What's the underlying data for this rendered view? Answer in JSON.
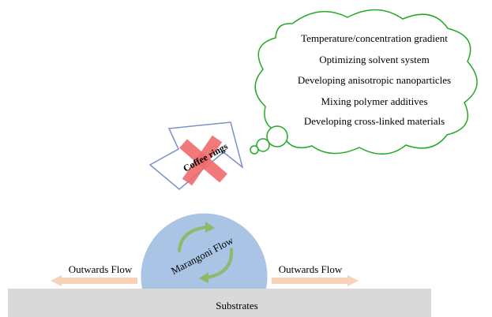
{
  "cloud": {
    "items": [
      "Temperature/concentration gradient",
      "Optimizing solvent system",
      "Developing anisotropic nanoparticles",
      "Mixing polymer additives",
      "Developing cross-linked materials"
    ],
    "outline_color": "#22aa22"
  },
  "arrow": {
    "label": "Coffee rings",
    "outline_color": "#7f8fc9",
    "cross_color": "#f06a6a"
  },
  "droplet": {
    "label": "Marangoni Flow",
    "fill_color": "#a9c4e4",
    "circulation_color": "#8fb86a"
  },
  "flows": {
    "left_label": "Outwards Flow",
    "right_label": "Outwards Flow",
    "arrow_color": "#f8d2b6"
  },
  "substrate": {
    "label": "Substrates",
    "fill_color": "#d9d9d9"
  }
}
